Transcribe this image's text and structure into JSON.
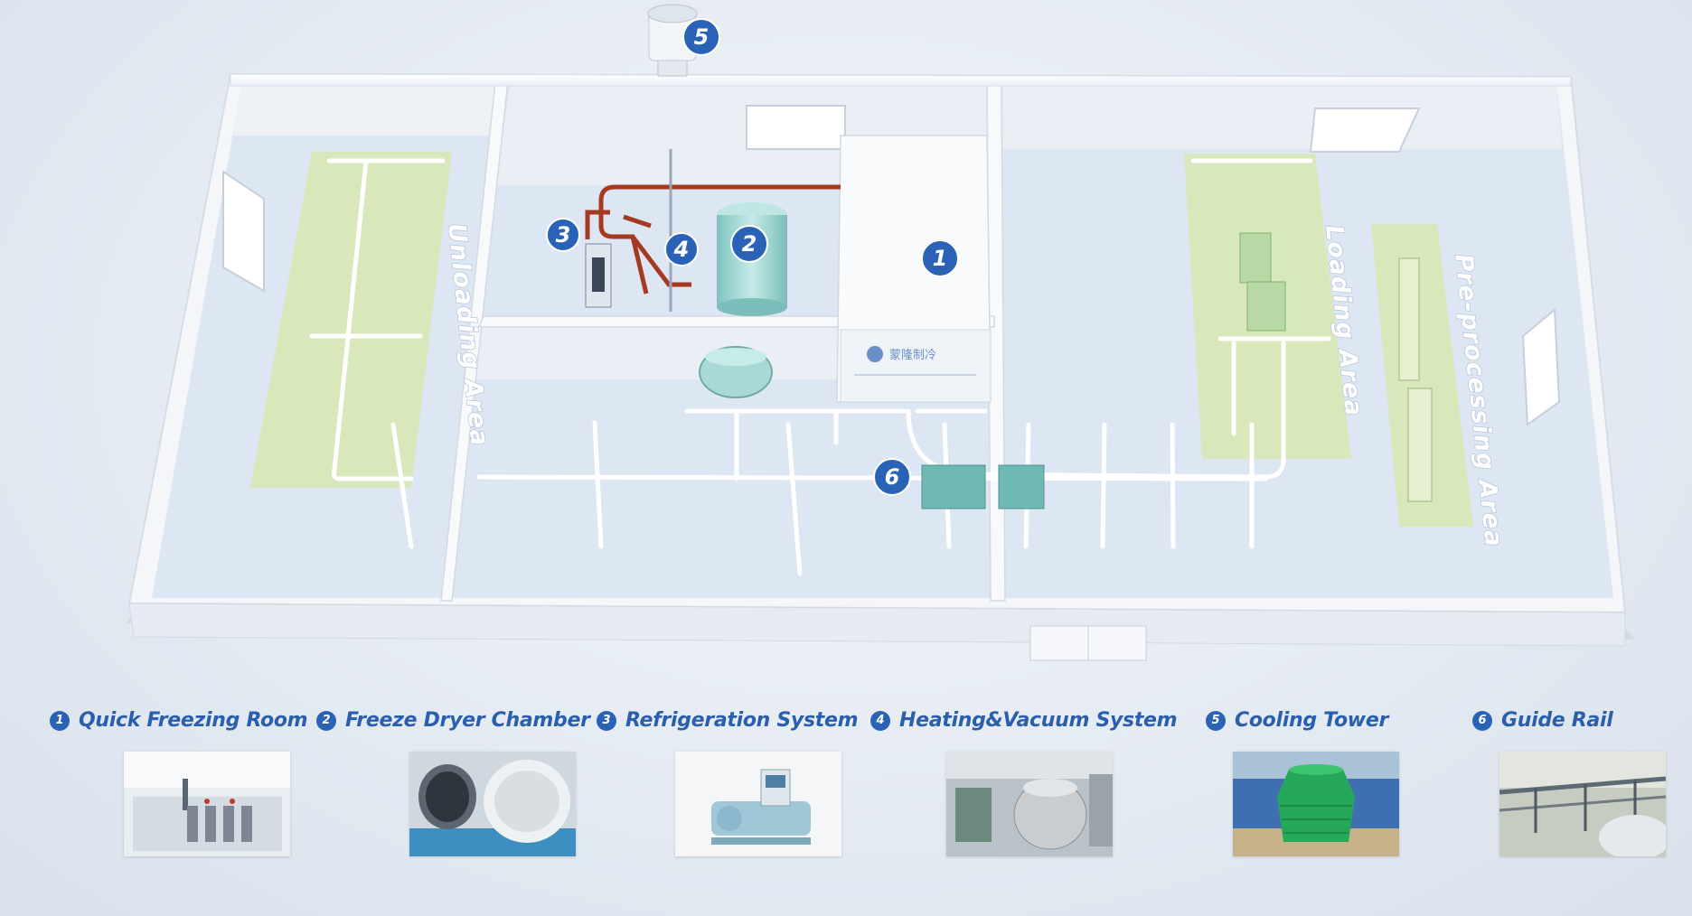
{
  "diagram": {
    "area_labels": {
      "unloading": "Unloading Area",
      "loading": "Loading Area",
      "preprocessing": "Pre-processing Area"
    },
    "markers": [
      "1",
      "2",
      "3",
      "4",
      "5",
      "6"
    ],
    "brand_sign": "蒙隆制冷"
  },
  "legend": [
    {
      "number": "1",
      "title": "Quick Freezing Room",
      "photo": "quick-freezing-room-photo"
    },
    {
      "number": "2",
      "title": "Freeze Dryer Chamber",
      "photo": "freeze-dryer-chamber-photo"
    },
    {
      "number": "3",
      "title": "Refrigeration System",
      "photo": "refrigeration-system-photo"
    },
    {
      "number": "4",
      "title": "Heating&Vacuum System",
      "photo": "heating-vacuum-system-photo"
    },
    {
      "number": "5",
      "title": "Cooling Tower",
      "photo": "cooling-tower-photo"
    },
    {
      "number": "6",
      "title": "Guide Rail",
      "photo": "guide-rail-photo"
    }
  ],
  "colors": {
    "accent_blue": "#2a63b5",
    "floor": "#dde6f3",
    "wall": "#f1f4f8",
    "zone_green": "#d7e8a8",
    "equipment_teal": "#a9d9d6",
    "pipe_red": "#a53a22"
  }
}
